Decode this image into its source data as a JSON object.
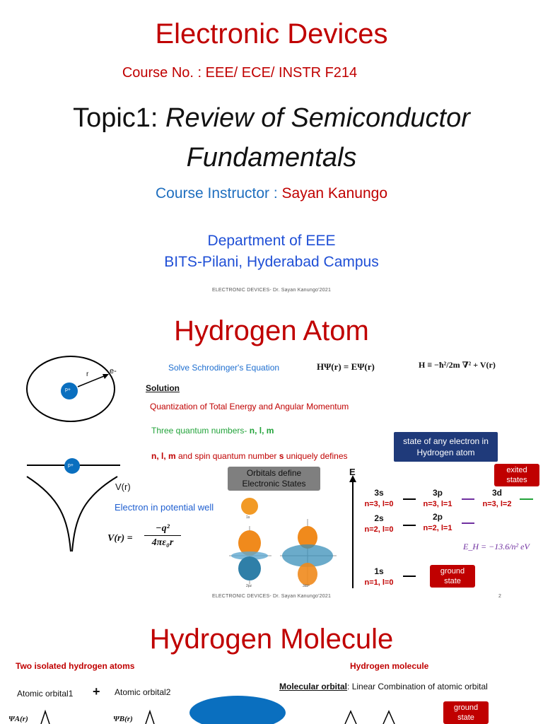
{
  "slide1": {
    "title": "Electronic Devices",
    "course_label": "Course No. : EEE/ ECE/ INSTR F214",
    "topic_prefix": "Topic1:",
    "topic_line1": "Review of Semiconductor",
    "topic_line2": "Fundamentals",
    "instructor_label": "Course Instructor :",
    "instructor_name": "Sayan Kanungo",
    "dept": "Department of EEE",
    "campus": "BITS-Pilani, Hyderabad Campus",
    "footer": "ELECTRONIC DEVICES- Dr. Sayan Kanungo'2021"
  },
  "slide2": {
    "title": "Hydrogen Atom",
    "proton_label": "p+",
    "radius_label": "r",
    "electron_label": "e-",
    "solve_text": "Solve Schrodinger's Equation",
    "equation": "HΨ(r) = EΨ(r)",
    "hamiltonian": "H ≡ −ħ²/2m ∇² + V(r)",
    "solution_label": "Solution",
    "quantization": "Quantization of Total Energy and Angular Momentum",
    "three_qn": "Three quantum numbers- ",
    "three_qn_vars": "n, l, m",
    "defines_vars": "n, l, m",
    "defines_text": " and spin quantum number ",
    "defines_s": "s",
    "defines_end": " uniquely defines",
    "state_box": "state of any electron in Hydrogen atom",
    "potential_label": "V(r)",
    "well_text": "Electron in potential well",
    "potential_eq_lhs": "V(r) =",
    "potential_eq_num": "−q²",
    "potential_eq_den": "4πε₀r",
    "orbitals_box": "Orbitals define Electronic States",
    "orb_1s": "1s",
    "orb_2pz": "2pz",
    "orb_3dz2": "3dz²",
    "energy_axis": "E",
    "exited_tag": "exited states",
    "ground_tag": "ground state",
    "levels": [
      {
        "name": "3s",
        "q": "n=3, l=0"
      },
      {
        "name": "3p",
        "q": "n=3, l=1"
      },
      {
        "name": "3d",
        "q": "n=3, l=2"
      },
      {
        "name": "2s",
        "q": "n=2, l=0"
      },
      {
        "name": "2p",
        "q": "n=2, l=1"
      },
      {
        "name": "1s",
        "q": "n=1, l=0"
      }
    ],
    "eh_formula": "E_H = −13.6/n² eV",
    "footer": "ELECTRONIC DEVICES- Dr. Sayan Kanungo'2021",
    "page_number": "2"
  },
  "slide3": {
    "title": "Hydrogen Molecule",
    "isolated": "Two isolated hydrogen atoms",
    "molecule": "Hydrogen molecule",
    "ao1": "Atomic orbital1",
    "ao2": "Atomic orbital2",
    "plus": "+",
    "mo_label": "Molecular orbital",
    "mo_text": ": Linear Combination of atomic orbital",
    "psi_a": "ΨA(r)",
    "psi_b": "ΨB(r)",
    "ground_tag": "ground state"
  },
  "colors": {
    "red": "#c00000",
    "blue": "#1f4fd6",
    "green": "#22a33a",
    "purple": "#7030a0",
    "nucleus": "#0a6fbf"
  }
}
